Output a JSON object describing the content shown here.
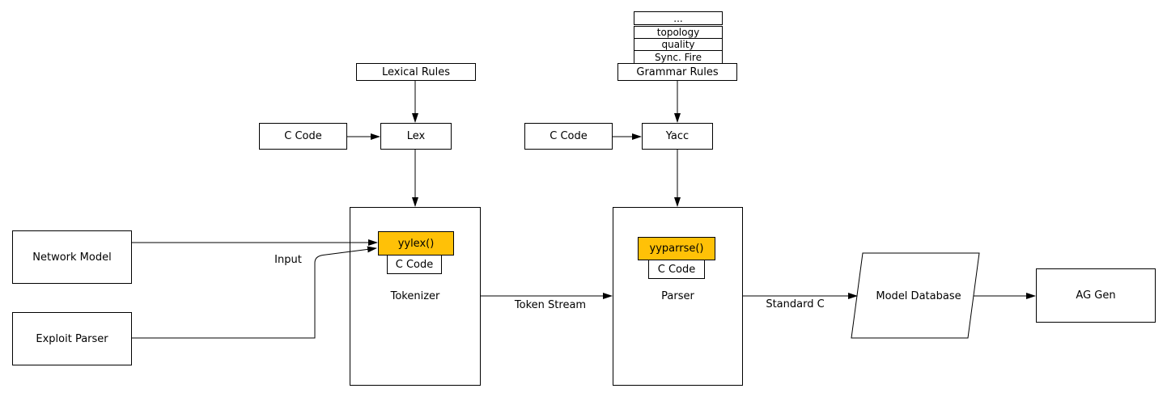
{
  "diagram": {
    "stack": {
      "rows": [
        "...",
        "topology",
        "quality",
        "Sync. Fire"
      ]
    },
    "nodes": {
      "grammar_rules": "Grammar Rules",
      "lexical_rules": "Lexical Rules",
      "c_code_lex": "C Code",
      "lex": "Lex",
      "c_code_yacc": "C Code",
      "yacc": "Yacc",
      "network_model": "Network Model",
      "exploit_parser": "Exploit Parser",
      "tokenizer": "Tokenizer",
      "yylex": "yylex()",
      "yylex_c_code": "C Code",
      "parser": "Parser",
      "yyparse": "yyparrse()",
      "yyparse_c_code": "C Code",
      "model_database": "Model Database",
      "ag_gen": "AG Gen"
    },
    "edge_labels": {
      "input": "Input",
      "token_stream": "Token Stream",
      "standard_c": "Standard C"
    },
    "colors": {
      "highlight": "#FFC107",
      "line": "#000000",
      "background": "#FFFFFF"
    }
  }
}
